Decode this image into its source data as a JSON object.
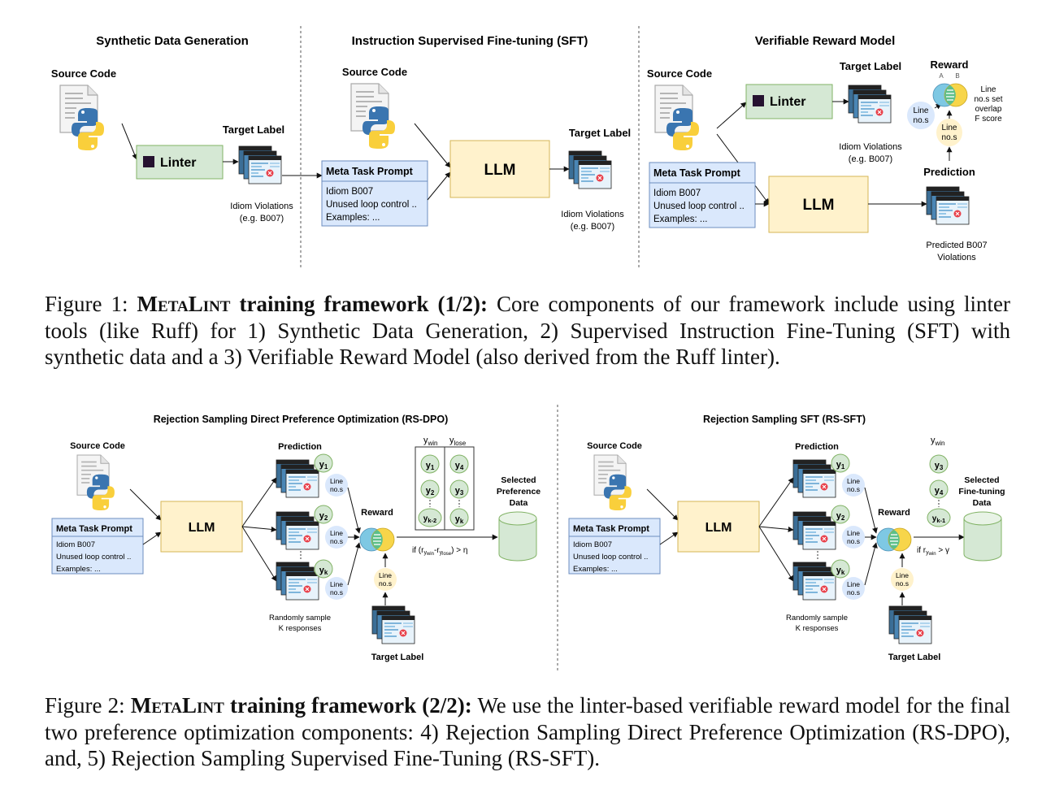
{
  "figure1": {
    "panel1": {
      "title": "Synthetic Data Generation",
      "source_code": "Source Code",
      "linter": "Linter",
      "target_label": "Target Label",
      "violations_line1": "Idiom Violations",
      "violations_line2": "(e.g. B007)"
    },
    "panel2": {
      "title": "Instruction Supervised Fine-tuning (SFT)",
      "source_code": "Source Code",
      "prompt_title": "Meta Task Prompt",
      "prompt_lines": [
        "Idiom B007",
        "Unused loop control ..",
        "Examples: ..."
      ],
      "llm": "LLM",
      "target_label": "Target Label",
      "violations_line1": "Idiom Violations",
      "violations_line2": "(e.g. B007)"
    },
    "panel3": {
      "title": "Verifiable Reward Model",
      "source_code": "Source Code",
      "linter": "Linter",
      "target_label": "Target Label",
      "violations_line1": "Idiom Violations",
      "violations_line2": "(e.g. B007)",
      "reward": "Reward",
      "venn_a": "A",
      "venn_b": "B",
      "line_nos": [
        "Line",
        "no.s"
      ],
      "reward_note": [
        "Line",
        "no.s set",
        "overlap",
        "F score"
      ],
      "prediction": "Prediction",
      "prompt_title": "Meta Task Prompt",
      "prompt_lines": [
        "Idiom B007",
        "Unused loop control ..",
        "Examples: ..."
      ],
      "llm": "LLM",
      "predicted_line1": "Predicted B007",
      "predicted_line2": "Violations"
    }
  },
  "caption1": {
    "label": "Figure 1:",
    "name": "MetaLint",
    "bold": "training framework (1/2):",
    "text": "Core components of our framework include using linter tools (like Ruff) for 1) Synthetic Data Generation, 2) Supervised Instruction Fine-Tuning (SFT) with synthetic data and a 3) Verifiable Reward Model (also derived from the Ruff linter)."
  },
  "figure2": {
    "dpo": {
      "title": "Rejection Sampling Direct Preference Optimization (RS-DPO)",
      "source_code": "Source Code",
      "prompt_title": "Meta Task Prompt",
      "prompt_lines": [
        "Idiom B007",
        "Unused loop control ..",
        "Examples: ..."
      ],
      "llm": "LLM",
      "prediction": "Prediction",
      "samples": [
        "y1",
        "y2",
        "yk"
      ],
      "sample_sub": [
        "1",
        "2",
        "k"
      ],
      "line_nos": [
        "Line",
        "no.s"
      ],
      "random_line1": "Randomly sample",
      "random_line2": "K responses",
      "reward": "Reward",
      "target_label": "Target Label",
      "ywin": "y",
      "ywin_sub": "win",
      "ylose_sub": "lose",
      "win_col": [
        "1",
        "2",
        "k-2"
      ],
      "lose_col": [
        "4",
        "3",
        "k"
      ],
      "condition": "if (r",
      "condition_end": ") > η",
      "selected": [
        "Selected",
        "Preference",
        "Data"
      ]
    },
    "sft": {
      "title": "Rejection Sampling SFT (RS-SFT)",
      "source_code": "Source Code",
      "prompt_title": "Meta Task Prompt",
      "prompt_lines": [
        "Idiom B007",
        "Unused loop control ..",
        "Examples: ..."
      ],
      "llm": "LLM",
      "prediction": "Prediction",
      "line_nos": [
        "Line",
        "no.s"
      ],
      "random_line1": "Randomly sample",
      "random_line2": "K responses",
      "reward": "Reward",
      "target_label": "Target Label",
      "win_col": [
        "3",
        "4",
        "k-1"
      ],
      "condition": "if r",
      "condition_end": " > γ",
      "selected": [
        "Selected",
        "Fine-tuning",
        "Data"
      ]
    }
  },
  "caption2": {
    "label": "Figure 2:",
    "name": "MetaLint",
    "bold": "training framework (2/2):",
    "text": "We use the linter-based verifiable reward model for the final two preference optimization components: 4) Rejection Sampling Direct Preference Optimization (RS-DPO), and, 5) Rejection Sampling Supervised Fine-Tuning (RS-SFT)."
  },
  "colors": {
    "linter_fill": "#d5e8d4",
    "linter_stroke": "#82b366",
    "llm_fill": "#fff2cc",
    "llm_stroke": "#d6b656",
    "prompt_fill": "#dae8fc",
    "prompt_stroke": "#6c8ebf",
    "venn_blue": "#7ec8e3",
    "venn_yellow": "#f7d54a",
    "venn_green": "#5cbf8a"
  }
}
